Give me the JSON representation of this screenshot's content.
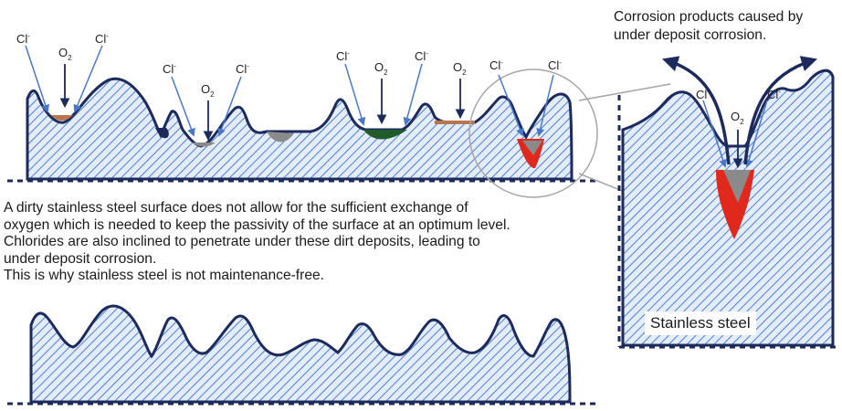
{
  "labels": {
    "chloride": "Cl",
    "charge": "-",
    "oxygen": "O",
    "oxygen_sub": "2"
  },
  "caption": {
    "lines": [
      "A dirty stainless steel surface does not allow for the sufficient exchange of",
      "oxygen which is needed to keep the passivity of the surface at an optimum level.",
      "Chlorides are also inclined to penetrate under these dirt deposits, leading to",
      "under deposit corrosion.",
      "This is why stainless steel is not maintenance-free."
    ]
  },
  "detail": {
    "title_lines": [
      "Corrosion products caused by",
      "under deposit corrosion."
    ],
    "steel_label": "Stainless steel"
  },
  "colors": {
    "hatch": "#4a7fd4",
    "fill": "#dbe6f8",
    "outline": "#1c2a5c",
    "arrow": "#4a78c9",
    "deposit_brown": "#b8764e",
    "deposit_gray": "#8a8a8a",
    "deposit_green": "#1f5c2a",
    "deposit_navy": "#1b2a5a",
    "corrosion_red": "#e0281c",
    "magnifier": "#a6a6a6"
  }
}
